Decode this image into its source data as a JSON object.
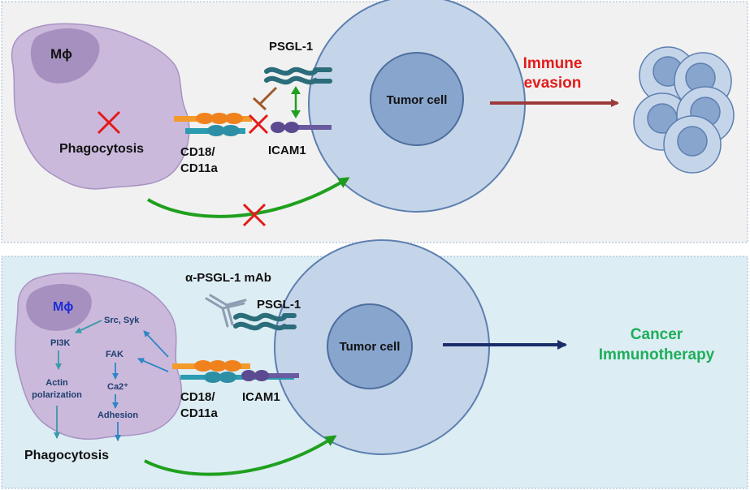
{
  "top_panel": {
    "macrophage_label": "Mϕ",
    "phagocytosis_label": "Phagocytosis",
    "psgl1_label": "PSGL-1",
    "tumor_label": "Tumor cell",
    "integrin_label_1": "CD18/",
    "integrin_label_2": "CD11a",
    "icam_label": "ICAM1",
    "outcome_line_1": "Immune",
    "outcome_line_2": "evasion"
  },
  "bottom_panel": {
    "antibody_label": "α-PSGL-1 mAb",
    "macrophage_label": "Mϕ",
    "psgl1_label": "PSGL-1",
    "tumor_label": "Tumor cell",
    "src_syk_label": "Src, Syk",
    "pi3k_label": "PI3K",
    "fak_label": "FAK",
    "ca_label": "Ca2⁺",
    "actin_line_1": "Actin",
    "actin_line_2": "polarization",
    "adhesion_label": "Adhesion",
    "phagocytosis_label": "Phagocytosis",
    "integrin_label_1": "CD18/",
    "integrin_label_2": "CD11a",
    "icam_label": "ICAM1",
    "outcome_line_1": "Cancer",
    "outcome_line_2": "Immunotherapy"
  },
  "colors": {
    "inhibit_red": "#e31b1b",
    "evasion_red": "#e31b1b",
    "therapy_green": "#1fae5a",
    "green_arrow": "#22a022",
    "bottom_bg": "#dcedf3"
  }
}
